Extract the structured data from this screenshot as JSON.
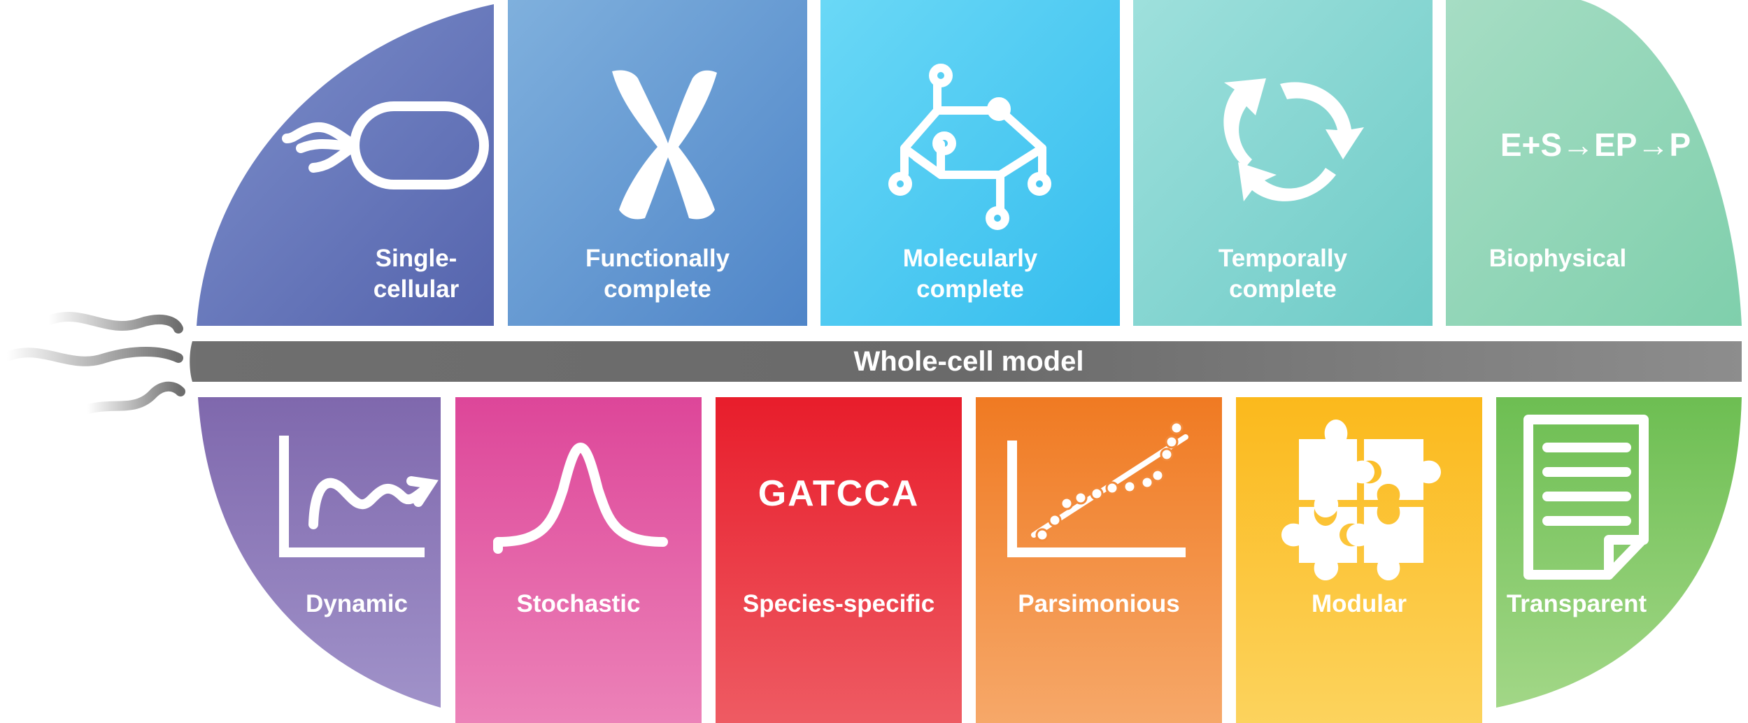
{
  "band": {
    "title": "Whole-cell model"
  },
  "top_tiles": [
    {
      "label": "Single-\ncellular",
      "icon": "bacterium-icon",
      "color": "#6a76bb"
    },
    {
      "label": "Functionally\ncomplete",
      "icon": "chromosome-icon",
      "color": "#5d92d0"
    },
    {
      "label": "Molecularly\ncomplete",
      "icon": "molecule-icon",
      "color": "#47c3f2"
    },
    {
      "label": "Temporally\ncomplete",
      "icon": "cycle-arrows-icon",
      "color": "#7fd2cf"
    },
    {
      "label": "Biophysical",
      "icon": "reaction-equation-icon",
      "equation": "E+S→EP→P",
      "color": "#8dd4b6"
    }
  ],
  "bottom_tiles": [
    {
      "label": "Dynamic",
      "icon": "time-series-icon",
      "color": "#8c7fbf"
    },
    {
      "label": "Stochastic",
      "icon": "gaussian-curve-icon",
      "color": "#e45fa8"
    },
    {
      "label": "Species-specific",
      "icon": "dna-sequence-icon",
      "sequence": "GATCCA",
      "color": "#ea3341"
    },
    {
      "label": "Parsimonious",
      "icon": "linear-fit-icon",
      "color": "#f48a3a"
    },
    {
      "label": "Modular",
      "icon": "puzzle-icon",
      "color": "#fbc22e"
    },
    {
      "label": "Transparent",
      "icon": "document-icon",
      "color": "#7fc866"
    }
  ]
}
